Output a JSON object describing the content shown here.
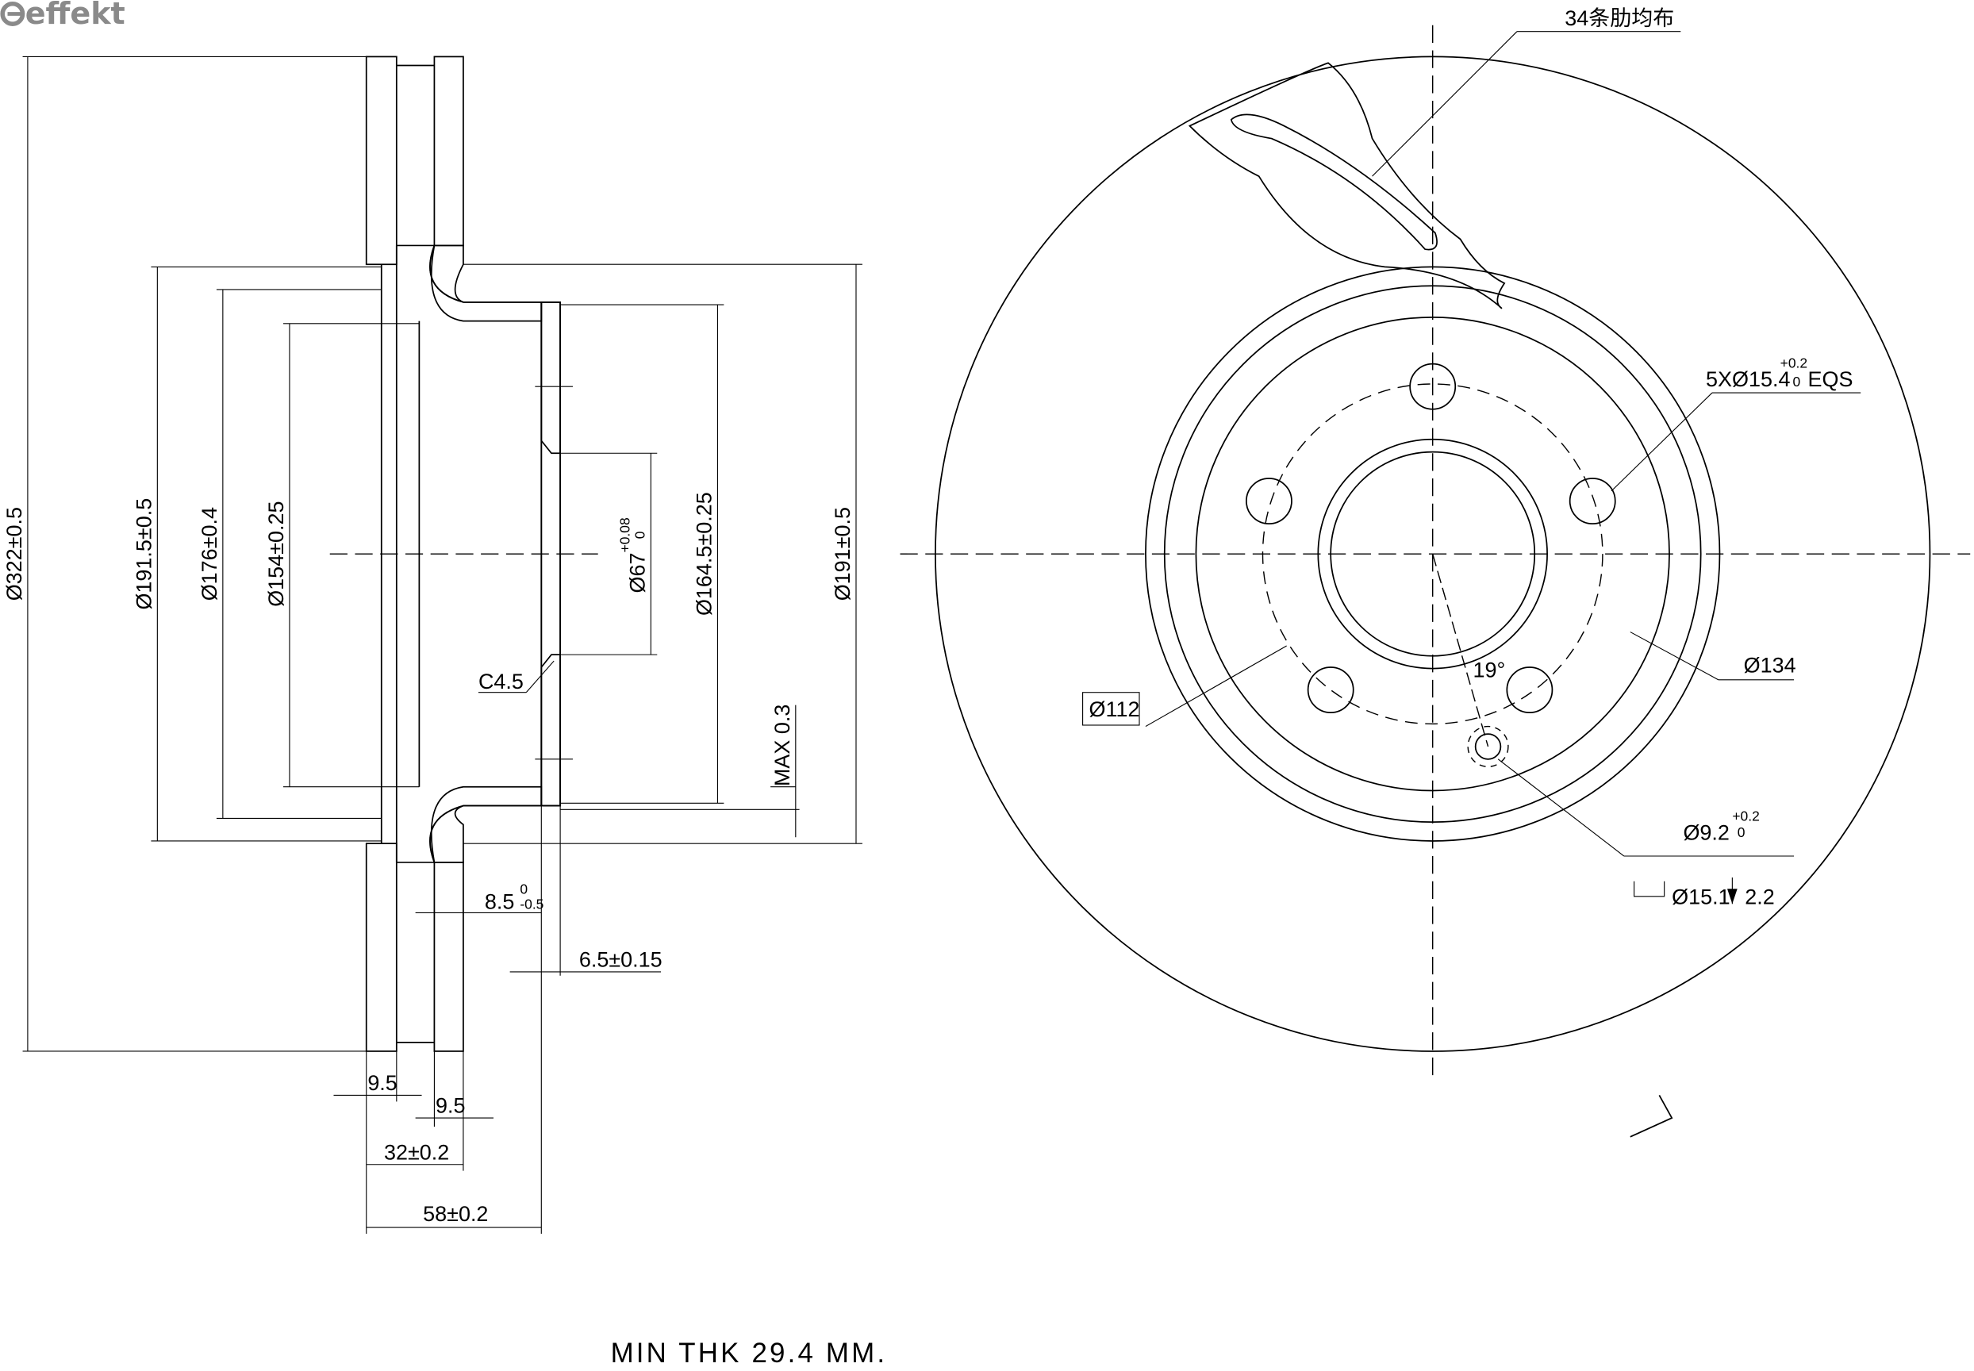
{
  "logo": {
    "text": "effekt"
  },
  "side_view": {
    "diameters": [
      "Ø322±0.5",
      "Ø191.5±0.5",
      "Ø176±0.4",
      "Ø154±0.25",
      "Ø67",
      "Ø164.5±0.25",
      "Ø191±0.5"
    ],
    "tol_67_upper": "+0.08",
    "tol_67_lower": "0",
    "chamfer": "C4.5",
    "runout": "MAX 0.3",
    "dim_8_5": "8.5",
    "dim_8_5_tol_upper": "0",
    "dim_8_5_tol_lower": "-0.5",
    "dim_6_5": "6.5±0.15",
    "dim_9_5_a": "9.5",
    "dim_9_5_b": "9.5",
    "dim_32": "32±0.2",
    "dim_58": "58±0.2"
  },
  "front_view": {
    "ribs_note": "34条肋均布",
    "bolt_holes": "5XØ15.4",
    "bolt_holes_tol_upper": "+0.2",
    "bolt_holes_tol_lower": "0",
    "bolt_holes_suffix": "EQS",
    "d134": "Ø134",
    "d112": "Ø112",
    "angle": "19°",
    "d9_2": "Ø9.2",
    "d9_2_tol_upper": "+0.2",
    "d9_2_tol_lower": "0",
    "counterbore": "Ø15.1",
    "counterbore_depth": "2.2"
  },
  "footer": {
    "min_thickness": "MIN THK 29.4 MM."
  }
}
